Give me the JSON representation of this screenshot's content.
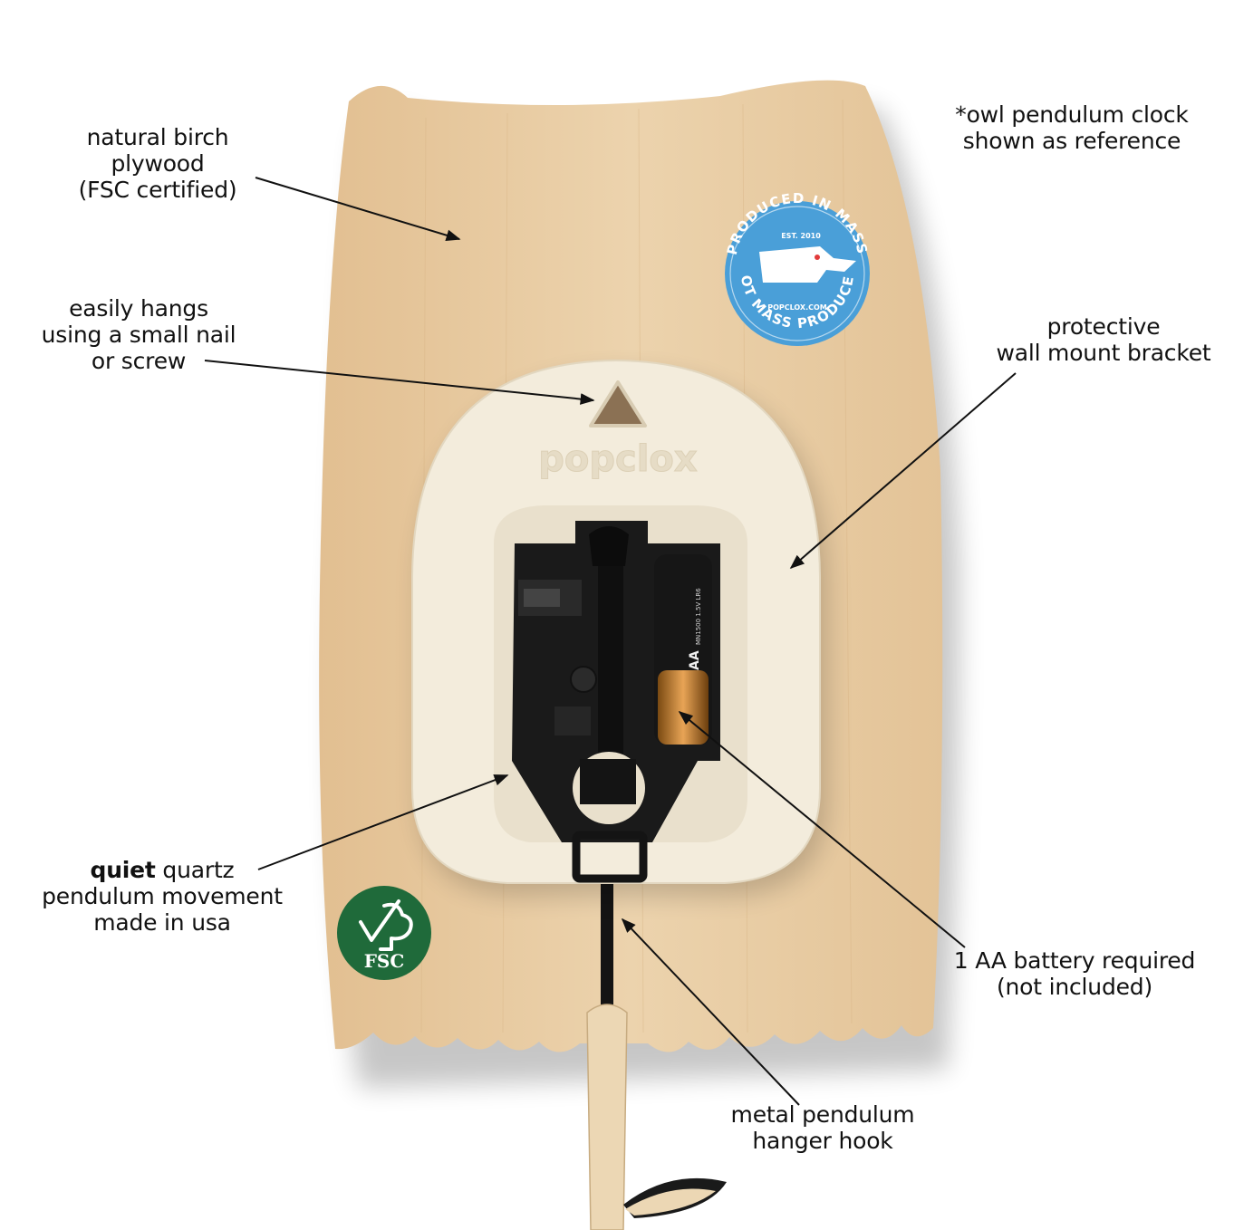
{
  "annotations": {
    "birch": [
      "natural birch",
      "plywood",
      "(FSC certified)"
    ],
    "hangs": [
      "easily hangs",
      "using a small nail",
      "or screw"
    ],
    "reference": [
      "*owl pendulum clock",
      "shown as reference"
    ],
    "bracket": [
      "protective",
      "wall mount bracket"
    ],
    "movement": {
      "bold": "quiet",
      "rest": " quartz",
      "line2": "pendulum movement",
      "line3": "made in usa"
    },
    "battery": [
      "1 AA battery required",
      "(not included)"
    ],
    "hook": [
      "metal pendulum",
      "hanger hook"
    ]
  },
  "bracket_brand": "popclox",
  "sticker": {
    "top_text": "PRODUCED IN MASS",
    "bottom_text": "NOT MASS PRODUCED",
    "est": "EST. 2010",
    "url": "POPCLOX.COM"
  },
  "fsc_badge": {
    "text": "FSC"
  },
  "battery_label": "AA",
  "battery_small_print": "MN1500 1.5V LR6",
  "colors": {
    "wood": "#e7c9a0",
    "bracket": "#f3ecdc",
    "sticker": "#4a9fd8",
    "fsc": "#1f6a3a",
    "movement": "#1a1a1a"
  }
}
